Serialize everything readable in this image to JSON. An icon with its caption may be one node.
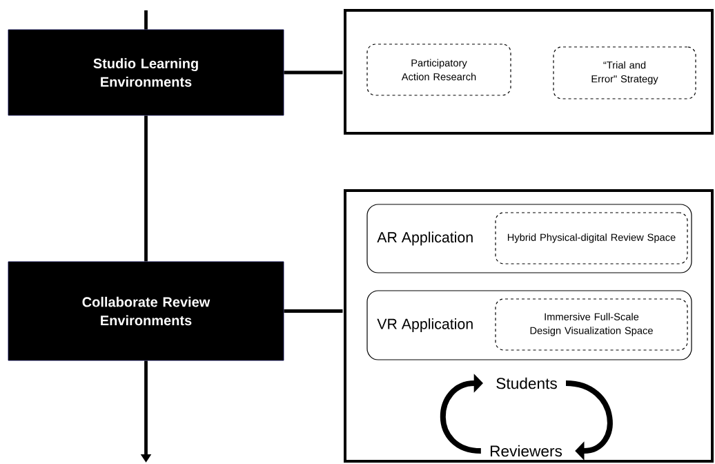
{
  "diagram": {
    "nodes": [
      {
        "text": [
          "Studio Learning Environments"
        ]
      },
      {
        "text": [],
        "shape": "box"
      },
      {
        "text": [
          "Participatory Action Research"
        ],
        "in": 1
      },
      {
        "text": [
          "“Trial and Error\" Strategy"
        ],
        "in": 1
      },
      {
        "text": [
          "Collaborate Review Environments"
        ]
      },
      {
        "text": [],
        "shape": "box"
      },
      {
        "text": [
          "AR Application"
        ],
        "in": 5
      },
      {
        "text": [
          "Hybrid Physical-digital Review Space"
        ],
        "in": 6
      },
      {
        "text": [
          "VR Application"
        ],
        "in": 5
      },
      {
        "text": [
          "Immersive Full-Scale Design Visualization Space"
        ],
        "in": 8
      },
      {
        "text": [
          "Students"
        ],
        "in": 5
      },
      {
        "text": [
          "Reviewers"
        ],
        "in": 5
      }
    ],
    "edges": [
      {
        "from": null,
        "to": 0,
        "arrow": "none"
      },
      {
        "from": 0,
        "to": 1,
        "arrow": "none"
      },
      {
        "from": 0,
        "to": 4,
        "arrow": "none"
      },
      {
        "from": 4,
        "to": 5,
        "arrow": "none"
      },
      {
        "from": 4,
        "to": null,
        "arrow": "to"
      },
      {
        "from": 10,
        "to": 11,
        "arrow": "to"
      },
      {
        "from": 11,
        "to": 10,
        "arrow": "to"
      }
    ]
  }
}
